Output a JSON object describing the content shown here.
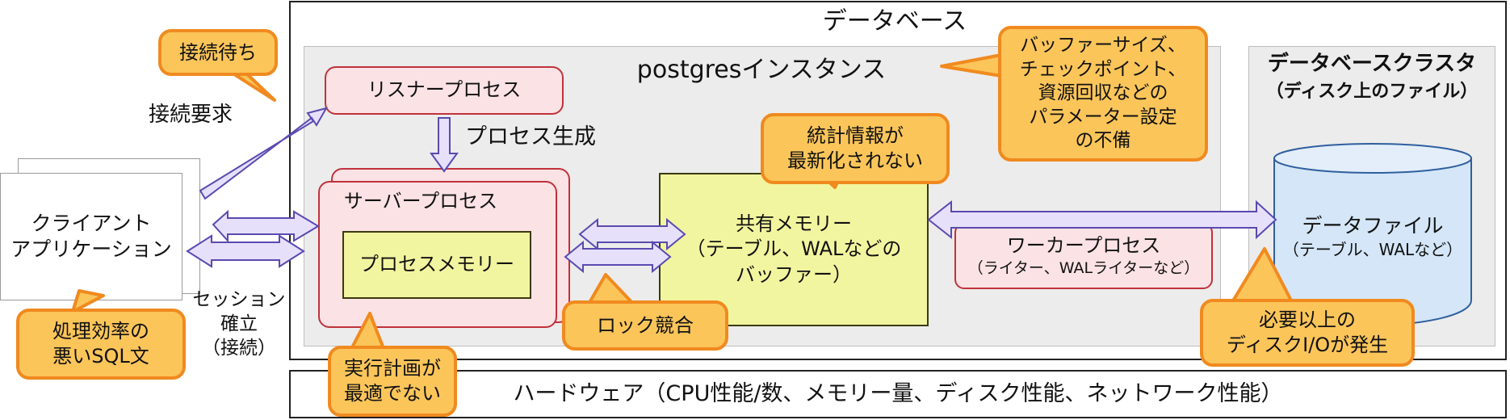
{
  "labels": {
    "database": "データベース",
    "postgres_instance": "postgresインスタンス",
    "cluster_title": "データベースクラスタ",
    "cluster_subtitle": "（ディスク上のファイル）",
    "hardware": "ハードウェア（CPU性能/数、メモリー量、ディスク性能、ネットワーク性能）",
    "connection_request": "接続要求",
    "process_spawn": "プロセス生成",
    "session_line1": "セッション",
    "session_line2": "確立",
    "session_line3": "（接続）"
  },
  "nodes": {
    "client_line1": "クライアント",
    "client_line2": "アプリケーション",
    "listener": "リスナープロセス",
    "server_process": "サーバープロセス",
    "process_memory": "プロセスメモリー",
    "shared_line1": "共有メモリー",
    "shared_line2": "（テーブル、WALなどの",
    "shared_line3": "バッファー）",
    "worker": "ワーカープロセス",
    "worker_sub": "（ライター、WALライターなど）",
    "datafile": "データファイル",
    "datafile_sub": "（テーブル、WALなど）"
  },
  "callouts": {
    "wait": "接続待ち",
    "bad_sql_line1": "処理効率の",
    "bad_sql_line2": "悪いSQL文",
    "plan_line1": "実行計画が",
    "plan_line2": "最適でない",
    "lock": "ロック競合",
    "stats_line1": "統計情報が",
    "stats_line2": "最新化されない",
    "params_line1": "バッファーサイズ、",
    "params_line2": "チェックポイント、",
    "params_line3": "資源回収などの",
    "params_line4": "パラメーター設定",
    "params_line5": "の不備",
    "io_line1": "必要以上の",
    "io_line2": "ディスクI/Oが発生"
  },
  "colors": {
    "callout_fill": "#fbc55a",
    "callout_border": "#f08a1f",
    "process_fill": "#fbe2e4",
    "process_border": "#c0323c",
    "memory_fill": "#f2f59f",
    "arrow_fill": "#e6e0fa",
    "arrow_stroke": "#5a4ab0",
    "cylinder_fill": "#d4e6f7",
    "cylinder_stroke": "#2f5f9e"
  }
}
